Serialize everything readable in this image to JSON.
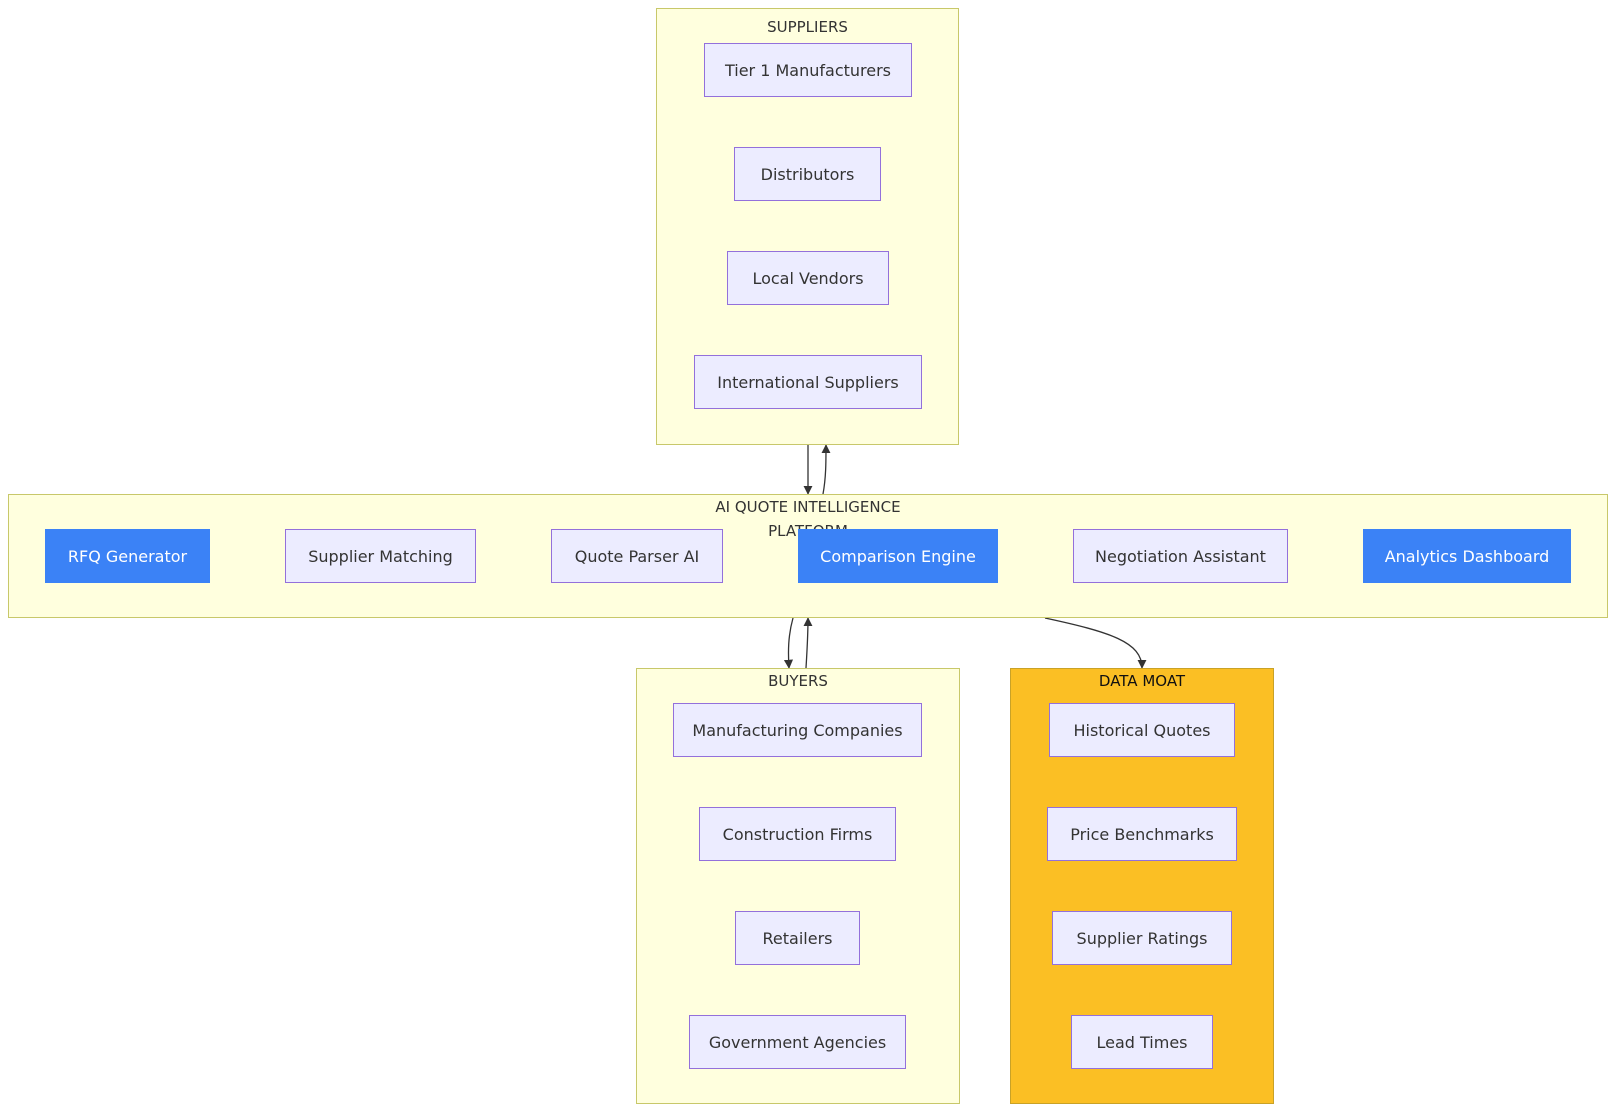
{
  "clusters": {
    "suppliers": {
      "title": "SUPPLIERS",
      "nodes": [
        "Tier 1 Manufacturers",
        "Distributors",
        "Local Vendors",
        "International Suppliers"
      ]
    },
    "platform": {
      "title_line1": "AI QUOTE INTELLIGENCE",
      "title_line2": "PLATFORM",
      "nodes": [
        "RFQ Generator",
        "Supplier Matching",
        "Quote Parser AI",
        "Comparison Engine",
        "Negotiation Assistant",
        "Analytics Dashboard"
      ]
    },
    "buyers": {
      "title": "BUYERS",
      "nodes": [
        "Manufacturing Companies",
        "Construction Firms",
        "Retailers",
        "Government Agencies"
      ]
    },
    "data_moat": {
      "title": "DATA MOAT",
      "nodes": [
        "Historical Quotes",
        "Price Benchmarks",
        "Supplier Ratings",
        "Lead Times"
      ]
    }
  },
  "colors": {
    "cluster_fill": "#ffffde",
    "cluster_border": "#c8c86a",
    "node_fill": "#ececff",
    "node_border": "#9370db",
    "highlight_blue": "#3b82f6",
    "moat_fill": "#fbbf24",
    "edge": "#333333"
  }
}
